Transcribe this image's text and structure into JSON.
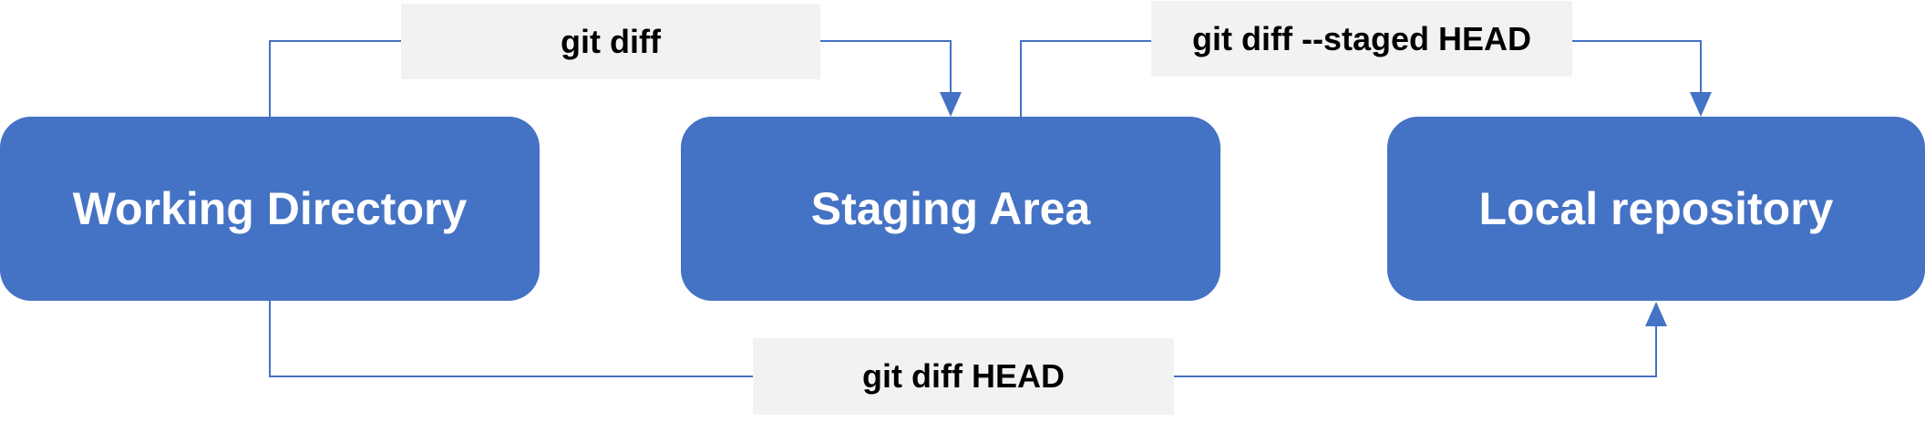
{
  "nodes": {
    "working_directory": "Working Directory",
    "staging_area": "Staging Area",
    "local_repository": "Local repository"
  },
  "edges": {
    "working_to_staging": "git diff",
    "staging_to_local": "git diff --staged HEAD",
    "working_to_local": "git diff HEAD"
  },
  "colors": {
    "node_fill": "#4472c4",
    "node_text": "#ffffff",
    "connector": "#4472c4",
    "label_fill": "#f2f2f2",
    "label_text": "#000000"
  }
}
